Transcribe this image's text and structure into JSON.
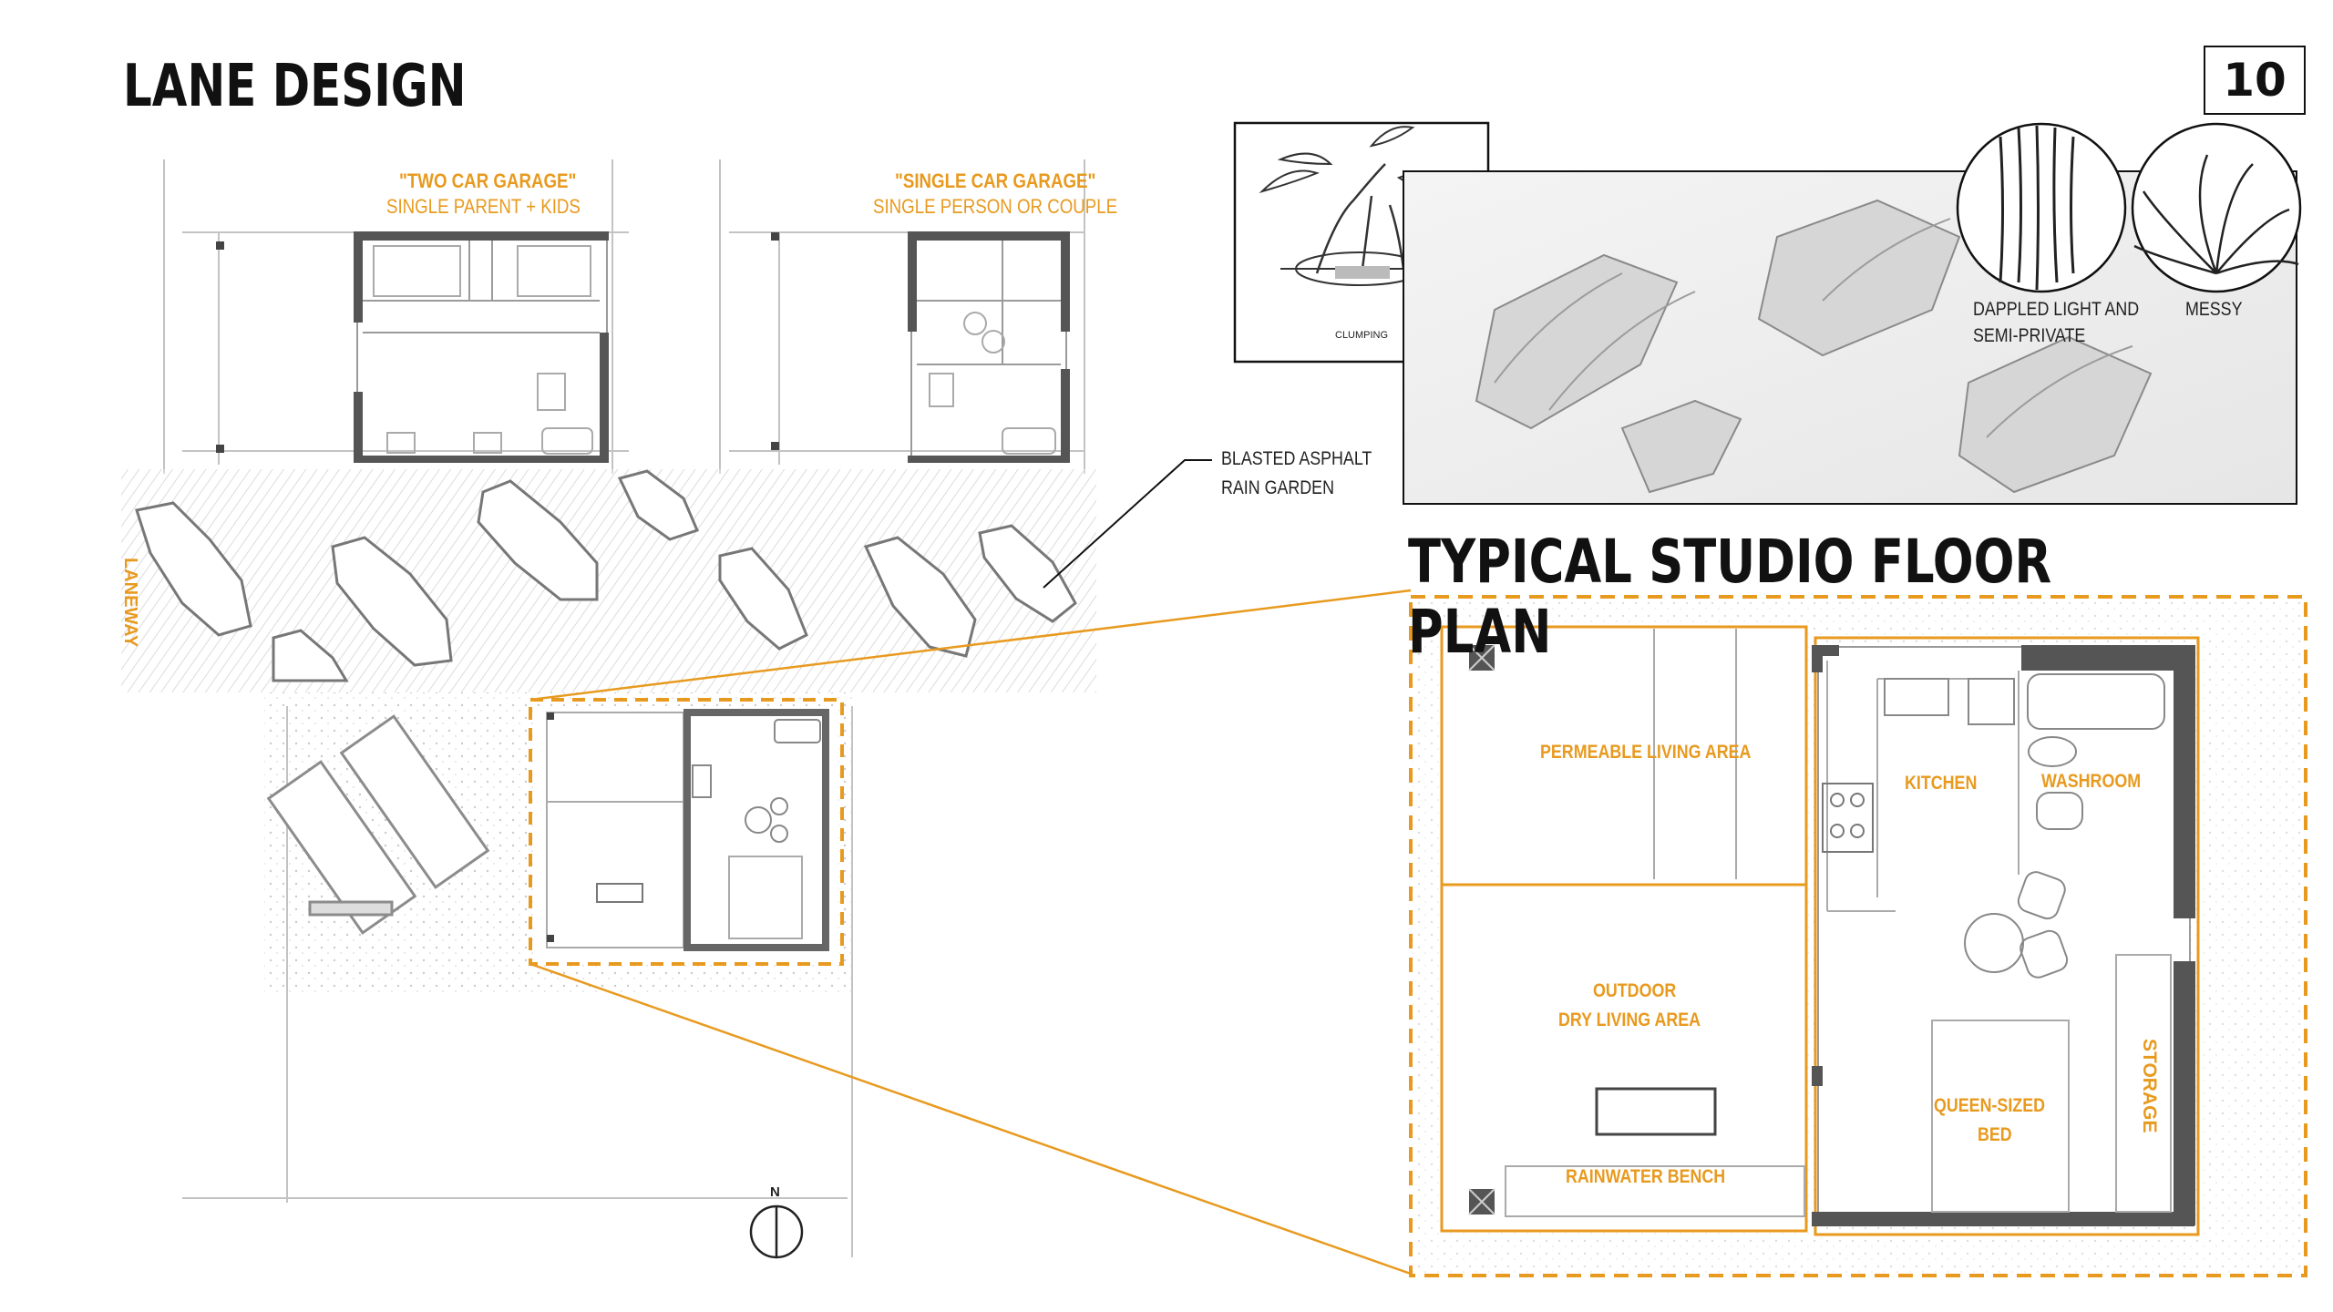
{
  "page": {
    "title": "LANE DESIGN",
    "number": "10"
  },
  "garages": {
    "two_car": {
      "name": "\"TWO CAR GARAGE\"",
      "occupants": "SINGLE PARENT + KIDS"
    },
    "single_car": {
      "name": "\"SINGLE CAR GARAGE\"",
      "occupants": "SINGLE PERSON OR COUPLE"
    }
  },
  "site": {
    "laneway_label": "LANEWAY",
    "rain_garden_label_line1": "BLASTED ASPHALT",
    "rain_garden_label_line2": "RAIN GARDEN",
    "north_label": "N"
  },
  "planting": {
    "sketch_caption": "CLUMPING",
    "item1_line1": "DAPPLED LIGHT AND",
    "item1_line2": "SEMI-PRIVATE",
    "item2": "MESSY"
  },
  "floor_plan": {
    "title": "TYPICAL STUDIO FLOOR PLAN",
    "rooms": {
      "permeable": "PERMEABLE LIVING AREA",
      "outdoor_line1": "OUTDOOR",
      "outdoor_line2": "DRY LIVING AREA",
      "bench": "RAINWATER BENCH",
      "kitchen": "KITCHEN",
      "washroom": "WASHROOM",
      "bed_line1": "QUEEN-SIZED",
      "bed_line2": "BED",
      "storage": "STORAGE"
    }
  },
  "colors": {
    "accent": "#e89a1f",
    "ink": "#111111",
    "wall": "#555555",
    "pencil": "#9a9a9a"
  }
}
